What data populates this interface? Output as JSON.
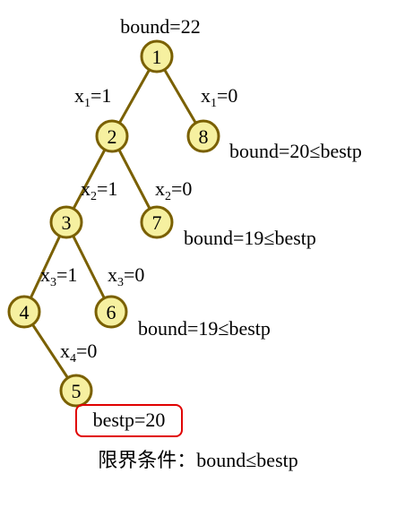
{
  "colors": {
    "edge": "#7a6000",
    "node_fill": "#f6f0a0",
    "node_stroke": "#7a6000",
    "highlight_box": "#e00000"
  },
  "tree": {
    "root_bound": "bound=22",
    "nodes": [
      {
        "id": "1",
        "label": "1"
      },
      {
        "id": "2",
        "label": "2"
      },
      {
        "id": "3",
        "label": "3"
      },
      {
        "id": "4",
        "label": "4"
      },
      {
        "id": "5",
        "label": "5"
      },
      {
        "id": "6",
        "label": "6"
      },
      {
        "id": "7",
        "label": "7"
      },
      {
        "id": "8",
        "label": "8"
      }
    ],
    "edges": [
      {
        "from": "1",
        "to": "2",
        "var": "x",
        "sub": "1",
        "val": "=1"
      },
      {
        "from": "1",
        "to": "8",
        "var": "x",
        "sub": "1",
        "val": "=0"
      },
      {
        "from": "2",
        "to": "3",
        "var": "x",
        "sub": "2",
        "val": "=1"
      },
      {
        "from": "2",
        "to": "7",
        "var": "x",
        "sub": "2",
        "val": "=0"
      },
      {
        "from": "3",
        "to": "4",
        "var": "x",
        "sub": "3",
        "val": "=1"
      },
      {
        "from": "3",
        "to": "6",
        "var": "x",
        "sub": "3",
        "val": "=0"
      },
      {
        "from": "4",
        "to": "5",
        "var": "x",
        "sub": "4",
        "val": "=0"
      }
    ],
    "pruned_labels": {
      "node8": "bound=20≤bestp",
      "node7": "bound=19≤bestp",
      "node6": "bound=19≤bestp"
    },
    "bestp_label": "bestp=20",
    "caption": "限界条件：bound≤bestp"
  }
}
